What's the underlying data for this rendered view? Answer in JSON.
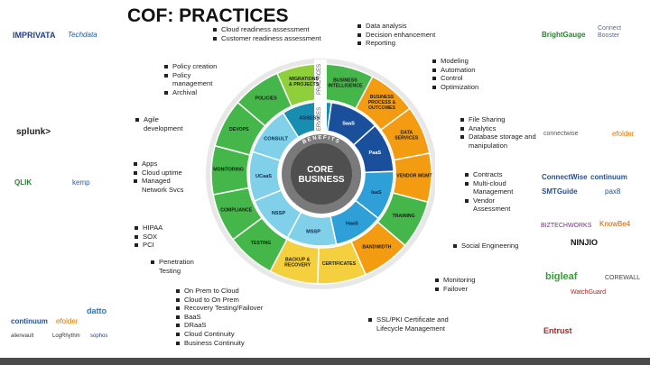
{
  "title": "COF: PRACTICES",
  "bullets": {
    "top_center": [
      "Cloud readiness assessment",
      "Customer readiness assessment"
    ],
    "top_right": [
      "Data analysis",
      "Decision enhancement",
      "Reporting"
    ],
    "policy": [
      "Policy creation",
      "Policy management",
      "Archival"
    ],
    "modeling": [
      "Modeling",
      "Automation",
      "Control",
      "Optimization"
    ],
    "agile": [
      "Agile development"
    ],
    "file": [
      "File Sharing",
      "Analytics",
      "Database storage and manipulation"
    ],
    "apps": [
      "Apps",
      "Cloud uptime",
      "Managed Network Svcs"
    ],
    "contracts": [
      "Contracts",
      "Multi-cloud Management",
      "Vendor Assessment"
    ],
    "hipaa": [
      "HIPAA",
      "SOX",
      "PCI"
    ],
    "social": [
      "Social Engineering"
    ],
    "pen": [
      "Penetration Testing"
    ],
    "monitoring": [
      "Monitoring",
      "Failover"
    ],
    "continuity": [
      "On Prem to Cloud",
      "Cloud to On Prem",
      "Recovery Testing/Failover",
      "BaaS",
      "DRaaS",
      "Cloud Continuity",
      "Business Continuity"
    ],
    "ssl": [
      "SSL/PKI Certificate and Lifecycle Management"
    ]
  },
  "wheel": {
    "center": "CORE BUSINESS",
    "ring_top": "BENEFITS",
    "ring_bottom": "BUSINESS BENEFITS",
    "practices_label": "PRACTICES",
    "services_label": "SERVICES",
    "outer": [
      "BUSINESS INTELLIGENCE",
      "BUSINESS PROCESS & OUTCOMES",
      "DATA SERVICES",
      "VENDOR MGMT",
      "TRAINING",
      "BANDWIDTH",
      "CERTIFICATES",
      "BACKUP & RECOVERY",
      "TESTING",
      "COMPLIANCE",
      "MONITORING",
      "DEVOPS",
      "POLICIES",
      "MIGRATIONS & PROJECTS"
    ],
    "inner": [
      "SaaS",
      "PaaS",
      "IaaS",
      "HaaS",
      "MSSP",
      "NSSP",
      "UCaaS",
      "CONSULT",
      "ASSESS"
    ]
  },
  "logos": {
    "l1": "IMPRIVATA",
    "l2": "Techdata",
    "l3": "splunk>",
    "l4": "QLIK",
    "l5": "kemp",
    "l6": "datto",
    "l7": "continuum",
    "l8": "efolder",
    "l9": "alienvault",
    "l10": "LogRhythm",
    "l11": "sophos",
    "r1": "BrightGauge",
    "r2": "Connect Booster",
    "r3": "connectwise",
    "r4": "efolder",
    "r5": "ConnectWise",
    "r6": "continuum",
    "r7": "SMTGuide",
    "r8": "pax8",
    "r9": "BIZTECHWORKS",
    "r10": "KnowBe4",
    "r11": "NINJIO",
    "r12": "bigleaf",
    "r13": "COREWALL",
    "r14": "WatchGuard",
    "r15": "Entrust"
  },
  "colors": {
    "outer_ring": "#f2f2f2",
    "green1": "#8fcf3a",
    "green2": "#45b649",
    "orange": "#f39c12",
    "yellow": "#f4d03f",
    "blue": "#2f9fd8",
    "lightblue": "#7fd0e8",
    "center": "#5a5a5a",
    "inner_dark": "#1a4f9c",
    "inner_teal": "#178db0"
  }
}
